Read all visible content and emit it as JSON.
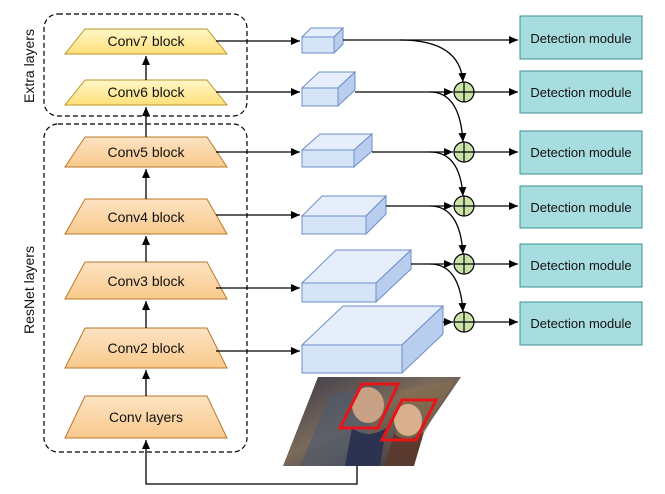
{
  "groups": {
    "extra_label": "Extra layers",
    "resnet_label": "ResNet layers"
  },
  "blocks": {
    "conv7": "Conv7 block",
    "conv6": "Conv6 block",
    "conv5": "Conv5 block",
    "conv4": "Conv4 block",
    "conv3": "Conv3 block",
    "conv2": "Conv2 block",
    "conv_layers": "Conv layers"
  },
  "detection_modules": [
    "Detection module",
    "Detection module",
    "Detection module",
    "Detection module",
    "Detection module",
    "Detection module"
  ],
  "colors": {
    "extra_block": "#fff2b3",
    "resnet_block": "#fbd7a8",
    "feature_map": "#d6e4f7",
    "detection": "#a8dde0",
    "merge": "#c9e3a8",
    "face_box": "#e8141a"
  }
}
